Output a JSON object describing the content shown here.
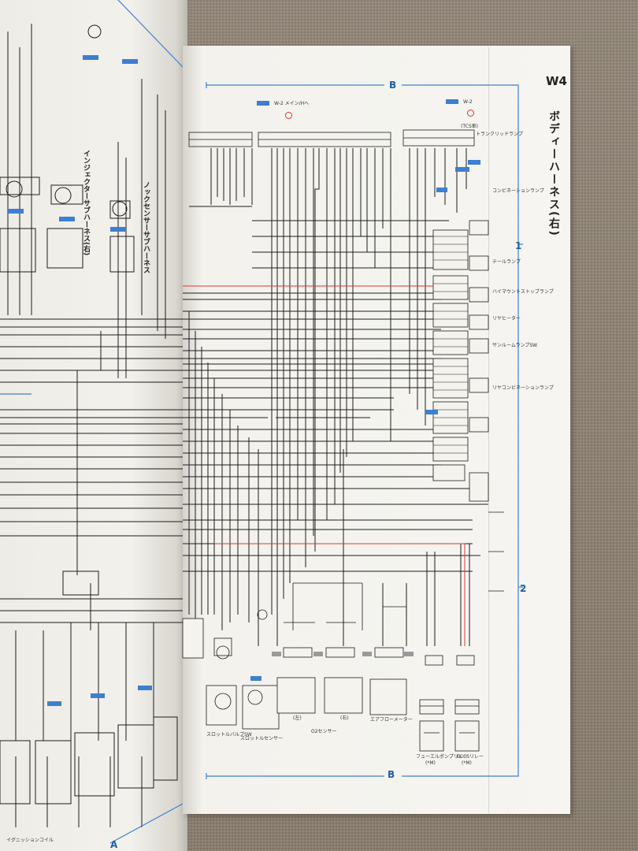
{
  "header": {
    "code": "W4",
    "title": "ボディーハーネス(右)"
  },
  "zones": {
    "top": "B",
    "bottom": "B",
    "left_bottom": "A",
    "right_1": "1",
    "right_2": "2"
  },
  "connectors_top": {
    "w2_main": "W-2 メイン/Hへ",
    "w2_right": "W-2",
    "tcs": "(TCS車)",
    "trunk": "トランクリッドランプ"
  },
  "left_page_labels": {
    "injector_sub_harness": "インジェクターサブハーネス(右)",
    "knock_sensor_sub": "ノックセンサーサブハーネス",
    "ignition_coil": "イグニッションコイル"
  },
  "right_side_labels": {
    "combination_lamp": "コンビネーションランプ",
    "tail_lamp": "テールランプ",
    "hi_mount": "ハイマウントストップランプ",
    "rear_heater": "リヤヒーター",
    "sunroof": "サンルームランプSW",
    "rear_combination": "リヤコンビネーションランプ",
    "fuel_pump": "フューエルポンプリレー"
  },
  "bottom_components": {
    "throttle_pump": "スロットルバルブSW",
    "throttle_sensor": "スロットルセンサー",
    "o2_sensor": "O2センサー",
    "o2_left": "(左)",
    "o2_right": "(右)",
    "airflow_meter": "エアフローメーター",
    "fuel_pump_relay": "フューエルポンプリレー",
    "fuel_pump_relay_sub": "(*M)",
    "eccs_relay": "ECCSリレー",
    "eccs_relay_sub": "(*M)"
  },
  "colors": {
    "blue_border": "#3d7fd0",
    "wire": "#1a1a1a",
    "red_wire": "#d43a3a",
    "paper": "#f4f3ee"
  }
}
